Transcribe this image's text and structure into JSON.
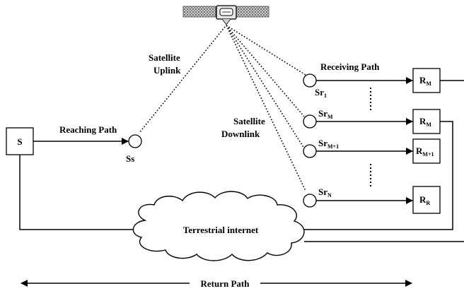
{
  "labels": {
    "satellite_uplink": [
      "Satellite",
      "Uplink"
    ],
    "satellite_downlink": [
      "Satellite",
      "Downlink"
    ],
    "reaching_path": "Reaching Path",
    "receiving_path": "Receiving Path",
    "terrestrial_internet": "Terrestrial internet",
    "return_path": "Return Path"
  },
  "nodes": {
    "source": "S",
    "satellite_station": "Ss",
    "receiver_stations": [
      {
        "main": "Sr",
        "sub": "1"
      },
      {
        "main": "Sr",
        "sub": "M"
      },
      {
        "main": "Sr",
        "sub": "M+1"
      },
      {
        "main": "Sr",
        "sub": "N"
      }
    ],
    "receivers": [
      {
        "main": "R",
        "sub": "M"
      },
      {
        "main": "R",
        "sub": "M"
      },
      {
        "main": "R",
        "sub": "M+1"
      },
      {
        "main": "R",
        "sub": "R"
      }
    ]
  }
}
